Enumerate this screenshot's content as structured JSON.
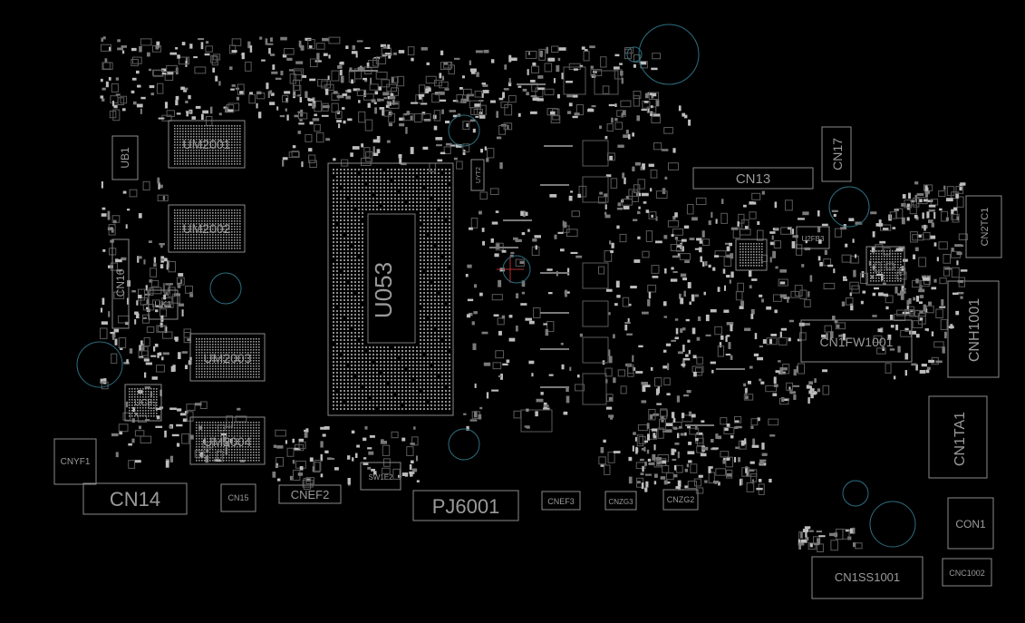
{
  "components": [
    {
      "ref": "UM2001"
    },
    {
      "ref": "UM2002"
    },
    {
      "ref": "UM2003"
    },
    {
      "ref": "UM2004"
    },
    {
      "ref": "UB1"
    },
    {
      "ref": "CN16"
    },
    {
      "ref": "UK1"
    },
    {
      "ref": "U053"
    },
    {
      "ref": "UYT2"
    },
    {
      "ref": "CN13"
    },
    {
      "ref": "CN17"
    },
    {
      "ref": "CN2TC1"
    },
    {
      "ref": "U2FB3"
    },
    {
      "ref": "CN1FW1001"
    },
    {
      "ref": "CNH1001"
    },
    {
      "ref": "CN1TA1"
    },
    {
      "ref": "CON1"
    },
    {
      "ref": "CNC1002"
    },
    {
      "ref": "CN1SS1001"
    },
    {
      "ref": "CNYF1"
    },
    {
      "ref": "CN14"
    },
    {
      "ref": "CN15"
    },
    {
      "ref": "CNEF2"
    },
    {
      "ref": "SW1E2"
    },
    {
      "ref": "PJ6001"
    },
    {
      "ref": "CNEF3"
    },
    {
      "ref": "CNZG3"
    },
    {
      "ref": "CNZG2"
    },
    {
      "ref": "UC8"
    }
  ]
}
